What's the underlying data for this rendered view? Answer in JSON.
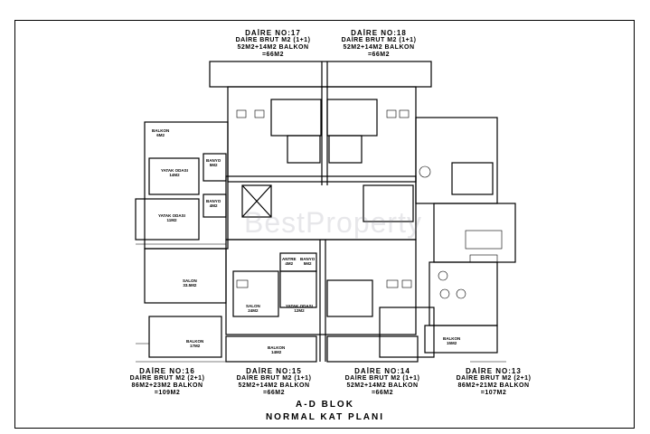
{
  "units_top": [
    {
      "no": "DAİRE NO:17",
      "brut": "DAİRE BRUT M2 (1+1)",
      "area": "52M2+14M2 BALKON",
      "total": "=66M2"
    },
    {
      "no": "DAİRE NO:18",
      "brut": "DAİRE BRUT M2 (1+1)",
      "area": "52M2+14M2 BALKON",
      "total": "=66M2"
    }
  ],
  "units_bottom": [
    {
      "no": "DAİRE NO:16",
      "brut": "DAİRE BRUT M2 (2+1)",
      "area": "86M2+23M2 BALKON",
      "total": "=109M2"
    },
    {
      "no": "DAİRE NO:15",
      "brut": "DAİRE BRUT M2 (1+1)",
      "area": "52M2+14M2 BALKON",
      "total": "=66M2"
    },
    {
      "no": "DAİRE NO:14",
      "brut": "DAİRE BRUT M2 (1+1)",
      "area": "52M2+14M2 BALKON",
      "total": "=66M2"
    },
    {
      "no": "DAİRE NO:13",
      "brut": "DAİRE BRUT M2 (2+1)",
      "area": "86M2+21M2 BALKON",
      "total": "=107M2"
    }
  ],
  "rooms": [
    {
      "name": "BALKON",
      "area": "6M2"
    },
    {
      "name": "YATAK ODASI",
      "area": "14M2"
    },
    {
      "name": "BANYO",
      "area": "5M2"
    },
    {
      "name": "BANYO",
      "area": "4M2"
    },
    {
      "name": "YATAK ODASI",
      "area": "11M2"
    },
    {
      "name": "SALON",
      "area": "33.5M2"
    },
    {
      "name": "SALON",
      "area": "24M2"
    },
    {
      "name": "YATAK ODASI",
      "area": "12M2"
    },
    {
      "name": "ANTRE",
      "area": "4M2"
    },
    {
      "name": "BANYO",
      "area": "5M2"
    },
    {
      "name": "BALKON",
      "area": "17M2"
    },
    {
      "name": "BALKON",
      "area": "14M2"
    },
    {
      "name": "BALKON",
      "area": "15M2"
    }
  ],
  "watermark": "BestProperty",
  "title": {
    "line1": "A-D BLOK",
    "line2": "NORMAL KAT PLANI"
  }
}
